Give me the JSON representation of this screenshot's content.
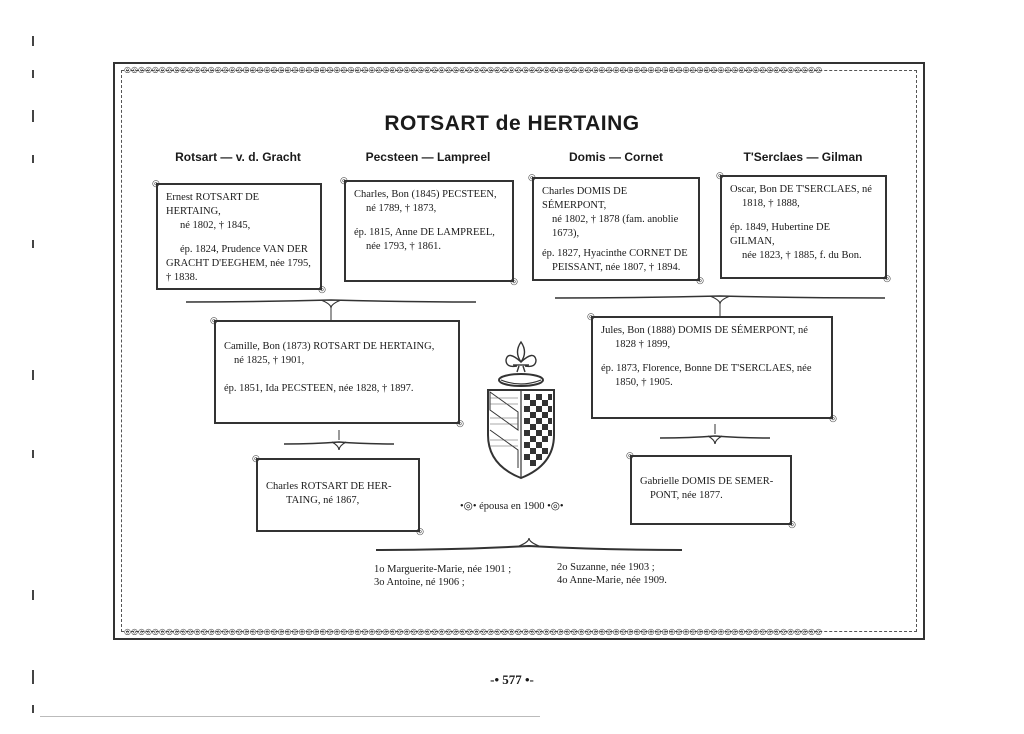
{
  "title": "ROTSART de HERTAING",
  "families": [
    {
      "head": "Rotsart — v. d. Gracht"
    },
    {
      "head": "Pecsteen — Lampreel"
    },
    {
      "head": "Domis — Cornet"
    },
    {
      "head": "T'Serclaes — Gilman"
    }
  ],
  "boxes": {
    "rotsart": {
      "line1": "Ernest ROTSART DE HERTAING,",
      "line2": "né 1802, † 1845,",
      "line3": "ép. 1824, Prudence VAN DER",
      "line4": "GRACHT D'EEGHEM, née 1795,",
      "line5": "† 1838."
    },
    "pecsteen": {
      "line1": "Charles, Bon (1845) PECSTEEN,",
      "line2": "né 1789, † 1873,",
      "line3": "ép. 1815, Anne DE LAMPREEL,",
      "line4": "née 1793, † 1861."
    },
    "domis": {
      "line1": "Charles DOMIS DE SÉMERPONT,",
      "line2": "né 1802, † 1878 (fam. anoblie",
      "line3": "1673),",
      "line4": "ép. 1827, Hyacinthe CORNET DE",
      "line5": "PEISSANT, née 1807, † 1894."
    },
    "tserclaes": {
      "line1": "Oscar, Bon DE T'SERCLAES, né",
      "line2": "1818, † 1888,",
      "line3": "ép. 1849, Hubertine DE GILMAN,",
      "line4": "née 1823, † 1885, f. du Bon."
    },
    "camille": {
      "line1": "Camille, Bon (1873) ROTSART DE HERTAING,",
      "line2": "né 1825, † 1901,",
      "line3": "ép. 1851, Ida PECSTEEN, née 1828, † 1897."
    },
    "jules": {
      "line1": "Jules, Bon (1888) DOMIS DE SÉMERPONT, né",
      "line2": "1828 † 1899,",
      "line3": "ép. 1873, Florence, Bonne DE T'SERCLAES, née",
      "line4": "1850, † 1905."
    },
    "charles": {
      "line1": "Charles ROTSART DE HER-",
      "line2": "TAING, né 1867,"
    },
    "gabrielle": {
      "line1": "Gabrielle DOMIS DE SEMER-",
      "line2": "PONT, née 1877."
    }
  },
  "married": "épousa en 1900",
  "children": {
    "col1": [
      "1o Marguerite-Marie, née 1901 ;",
      "3o Antoine, né 1906 ;"
    ],
    "col2": [
      "2o Suzanne, née 1903 ;",
      "4o Anne-Marie, née 1909."
    ]
  },
  "page_number": "577",
  "colors": {
    "ink": "#1a1a1a",
    "paper": "#ffffff"
  },
  "icons": [
    "coat-of-arms-icon",
    "fleur-de-lis-icon"
  ]
}
